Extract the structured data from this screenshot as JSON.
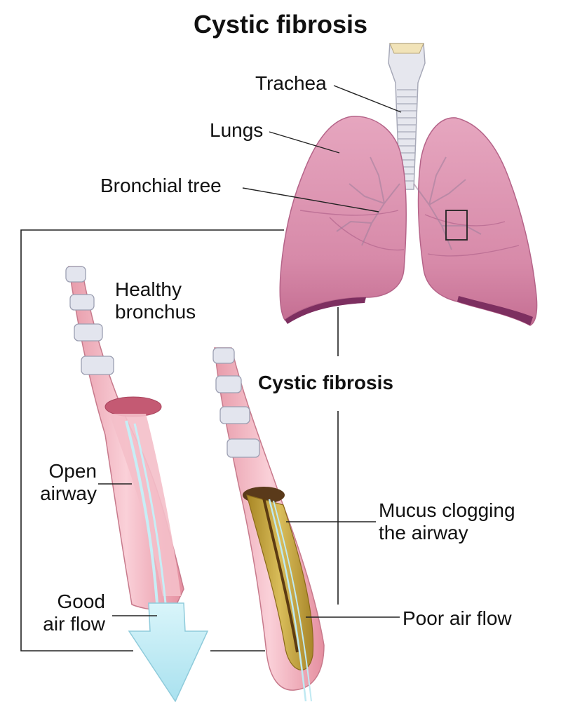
{
  "title": "Cystic fibrosis",
  "labels": {
    "trachea": "Trachea",
    "lungs": "Lungs",
    "bronchial_tree": "Bronchial tree",
    "healthy_bronchus": [
      "Healthy",
      "bronchus"
    ],
    "cf_heading": "Cystic fibrosis",
    "open_airway": [
      "Open",
      "airway"
    ],
    "mucus": [
      "Mucus clogging",
      "the airway"
    ],
    "good_air_flow": [
      "Good",
      "air flow"
    ],
    "poor_air_flow": "Poor air flow"
  },
  "colors": {
    "lung": "#d98aa8",
    "lung_dark": "#b85f86",
    "cartilage": "#e4e6ee",
    "airway_pink": "#f2b7c2",
    "airflow": "#bfe9f2",
    "mucus": "#c9a43c"
  }
}
